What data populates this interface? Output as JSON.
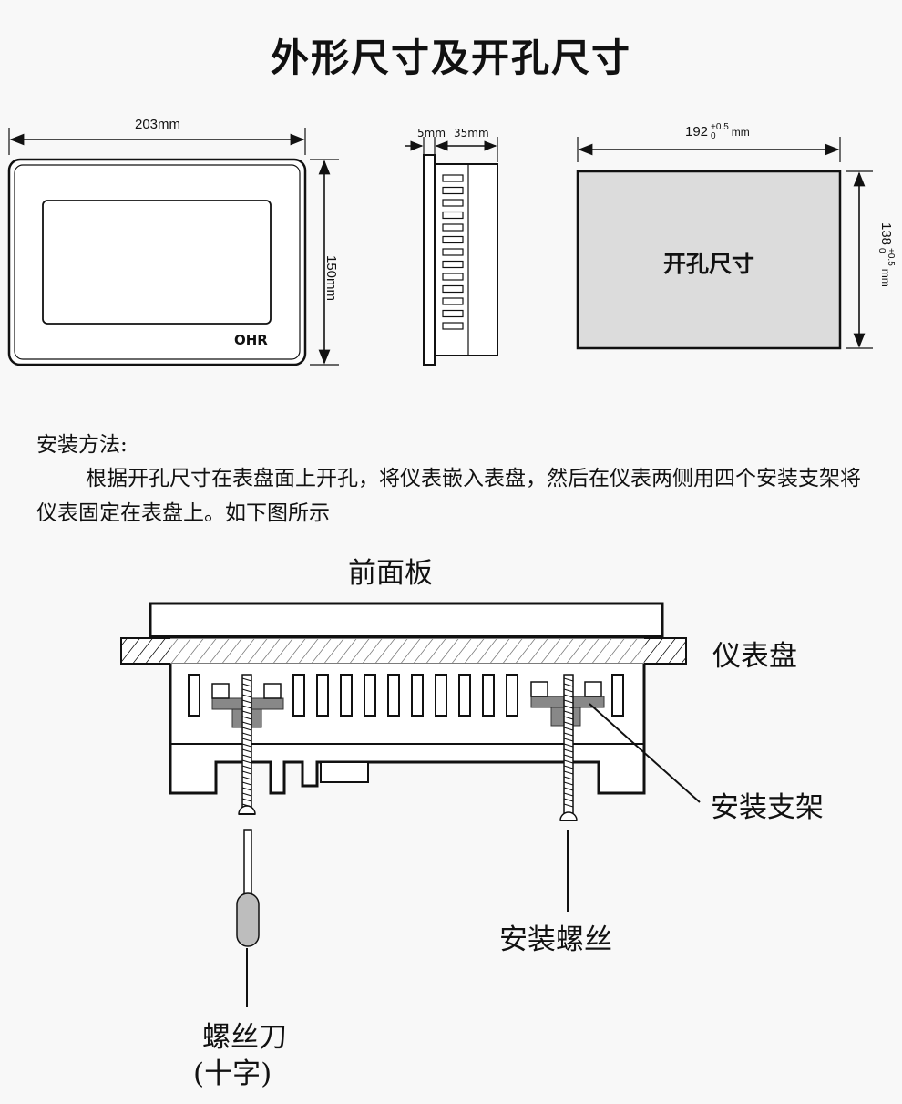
{
  "title": "外形尺寸及开孔尺寸",
  "dimensions": {
    "front_width": "203mm",
    "front_height": "150mm",
    "side_panel": "5mm",
    "side_depth": "35mm",
    "cutout_width_base": "192",
    "cutout_width_tol_upper": "+0.5",
    "cutout_width_tol_lower": "0",
    "cutout_height_base": "138",
    "cutout_height_tol_upper": "+0.5",
    "cutout_height_tol_lower": "0",
    "unit": "mm"
  },
  "brand_logo_text": "OHR",
  "cutout_label": "开孔尺寸",
  "install": {
    "heading": "安装方法:",
    "body": "根据开孔尺寸在表盘面上开孔，将仪表嵌入表盘，然后在仪表两侧用四个安装支架将仪表固定在表盘上。如下图所示"
  },
  "labels": {
    "front_panel": "前面板",
    "panel_board": "仪表盘",
    "bracket": "安装支架",
    "screw": "安装螺丝",
    "screwdriver_line1": "螺丝刀",
    "screwdriver_line2": "(十字)"
  }
}
